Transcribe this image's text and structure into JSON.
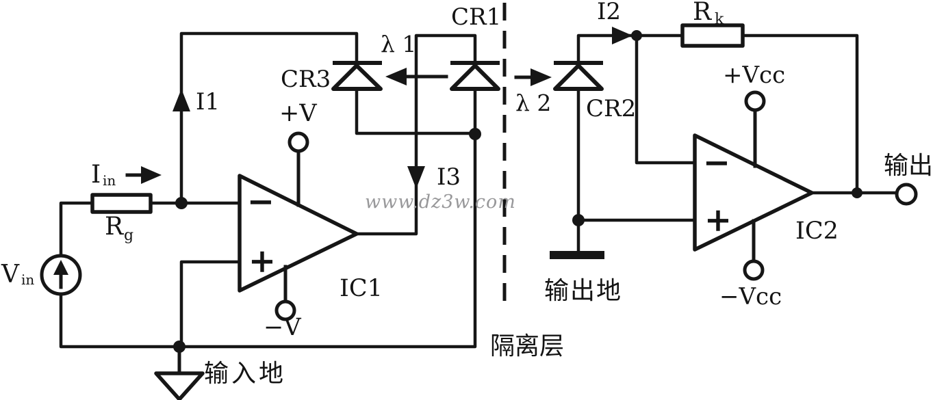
{
  "colors": {
    "ink": "#161616",
    "background": "#ffffff",
    "watermark": "#98989a"
  },
  "watermark": "www.dz3w.com",
  "input_side": {
    "source": {
      "symbol": "V",
      "subscript": "in"
    },
    "input_current": {
      "symbol": "I",
      "subscript": "in"
    },
    "gain_resistor": {
      "symbol": "R",
      "subscript": "g"
    },
    "current_i1": "I1",
    "current_i3": "I3",
    "photodiode": "CR3",
    "opamp": {
      "label": "IC1",
      "minus": "−",
      "plus": "+",
      "pos_supply": "+V",
      "neg_supply": "−V"
    },
    "ground_label": "输入地"
  },
  "barrier": {
    "led": "CR1",
    "lambda_1": "λ 1",
    "lambda_2": "λ 2",
    "label": "隔离层"
  },
  "output_side": {
    "current_i2": "I2",
    "feedback_resistor": {
      "symbol": "R",
      "subscript": "k"
    },
    "photodiode": "CR2",
    "opamp": {
      "label": "IC2",
      "minus": "−",
      "plus": "+",
      "pos_supply": "+Vcc",
      "neg_supply": "−Vcc"
    },
    "ground_label": "输出地",
    "output_label": "输出"
  }
}
